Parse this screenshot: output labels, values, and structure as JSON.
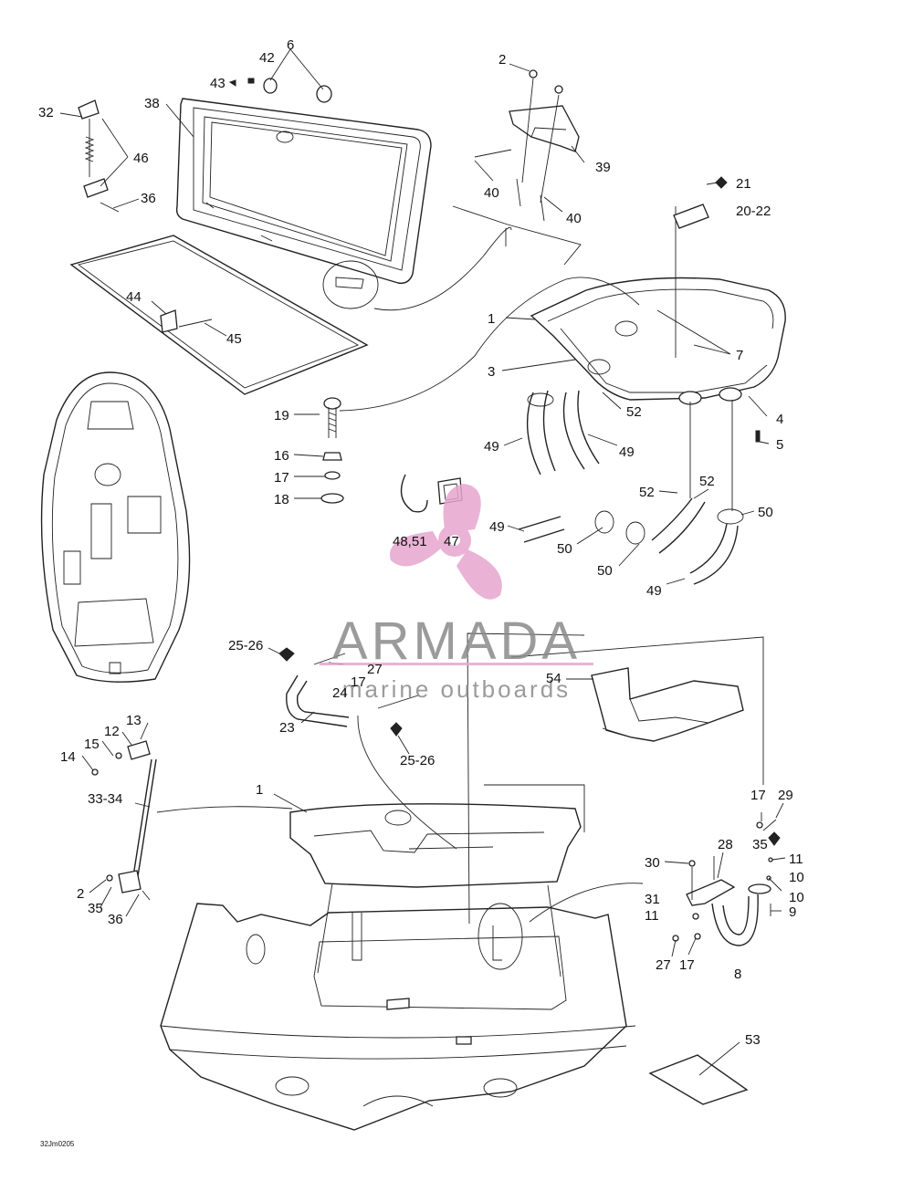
{
  "diagram": {
    "drawing_code": "32Jm0205",
    "labels": [
      "1",
      "1",
      "2",
      "2",
      "3",
      "4",
      "5",
      "6",
      "7",
      "8",
      "9",
      "10",
      "10",
      "11",
      "11",
      "12",
      "13",
      "14",
      "15",
      "16",
      "17",
      "17",
      "17",
      "17",
      "18",
      "19",
      "20-22",
      "21",
      "23",
      "24",
      "25-26",
      "25-26",
      "27",
      "27",
      "28",
      "29",
      "30",
      "31",
      "32",
      "33-34",
      "35",
      "35",
      "36",
      "36",
      "38",
      "39",
      "40",
      "40",
      "42",
      "43",
      "44",
      "45",
      "46",
      "47",
      "48,51",
      "49",
      "49",
      "49",
      "49",
      "50",
      "50",
      "50",
      "50",
      "52",
      "52",
      "52",
      "53",
      "54"
    ]
  },
  "watermark": {
    "brand": "ARMADA",
    "tagline": "marine outboards",
    "accent_color": "#e7a6cf"
  }
}
